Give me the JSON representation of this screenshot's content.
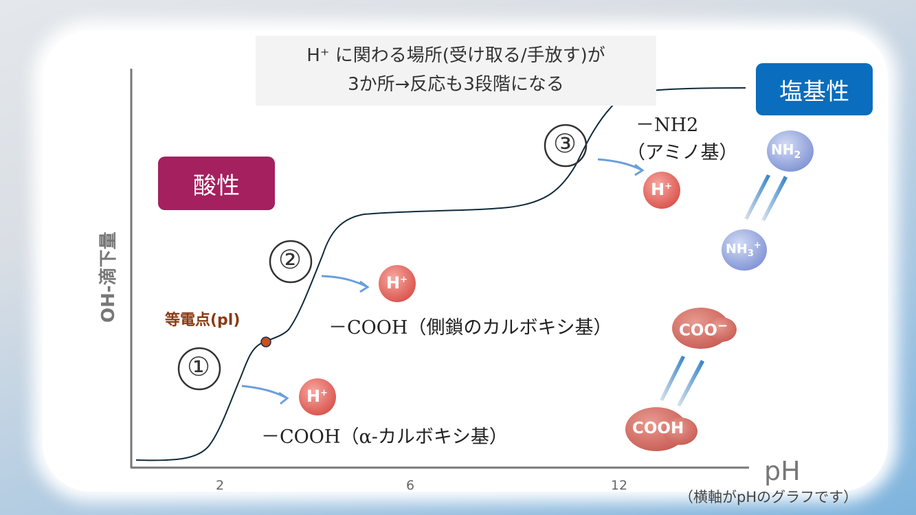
{
  "note": {
    "line1": "H⁺ に関わる場所(受け取る/手放す)が",
    "line2": "3か所→反応も3段階になる"
  },
  "acid_label": "酸性",
  "base_label": "塩基性",
  "axes": {
    "y_label": "OH-滴下量",
    "x_label": "pH",
    "x_ticks": [
      "2",
      "6",
      "12"
    ],
    "footnote": "（横軸がpHのグラフです）"
  },
  "isoelectric_label": "等電点(pl)",
  "steps": [
    {
      "number": "①",
      "group": "－COOH（α-カルボキシ基）"
    },
    {
      "number": "②",
      "group": "－COOH（側鎖のカルボキシ基）"
    },
    {
      "number": "③",
      "group_line1": "－NH2",
      "group_line2": "（アミノ基）"
    }
  ],
  "ions": {
    "h": "H",
    "h_sup": "+",
    "nh2": "NH",
    "nh2_sub": "2",
    "nh3": "NH",
    "nh3_sub": "3",
    "nh3_sup": "+",
    "coo": "COO",
    "coo_sup": "−",
    "cooh": "COOH"
  },
  "colors": {
    "acid": "#a5205f",
    "base": "#0a6dbd",
    "isoelectric": "#8b3a10",
    "curve": "#0e2a3a"
  }
}
